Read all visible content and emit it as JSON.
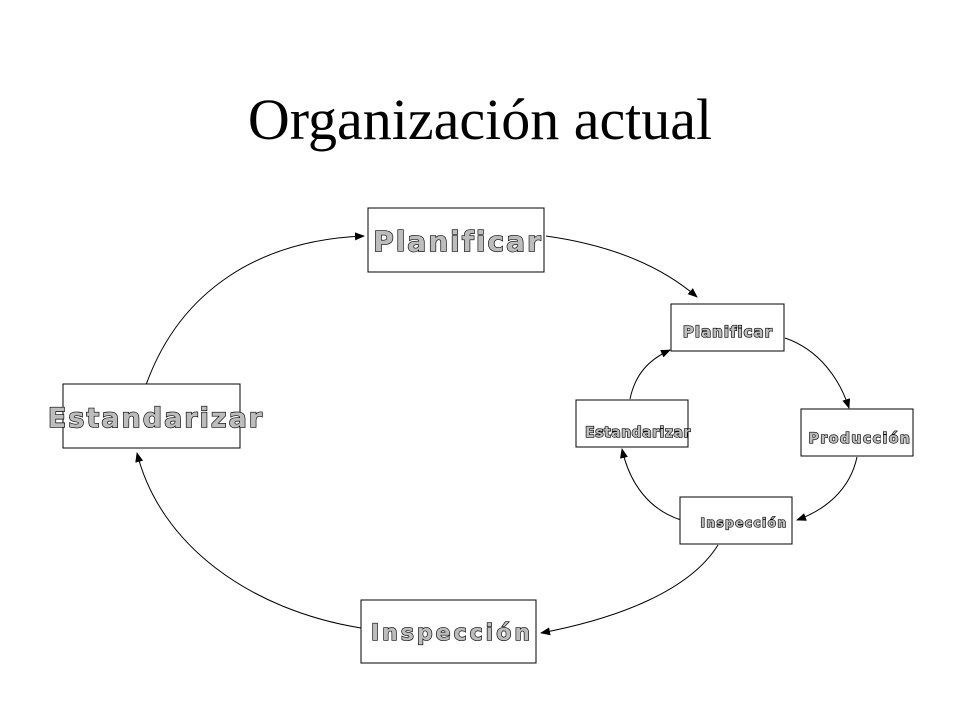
{
  "title": "Organización actual",
  "outer_cycle": {
    "planificar": "Planificar",
    "estandarizar": "Estandarizar",
    "inspeccion": "Inspección"
  },
  "inner_cycle": {
    "planificar": "Planificar",
    "produccion": "Producción",
    "inspeccion": "Inspección",
    "estandarizar": "Estandarizar"
  },
  "colors": {
    "line": "#000000",
    "box_fill": "#ffffff",
    "label_fill": "#bdbdbd"
  }
}
